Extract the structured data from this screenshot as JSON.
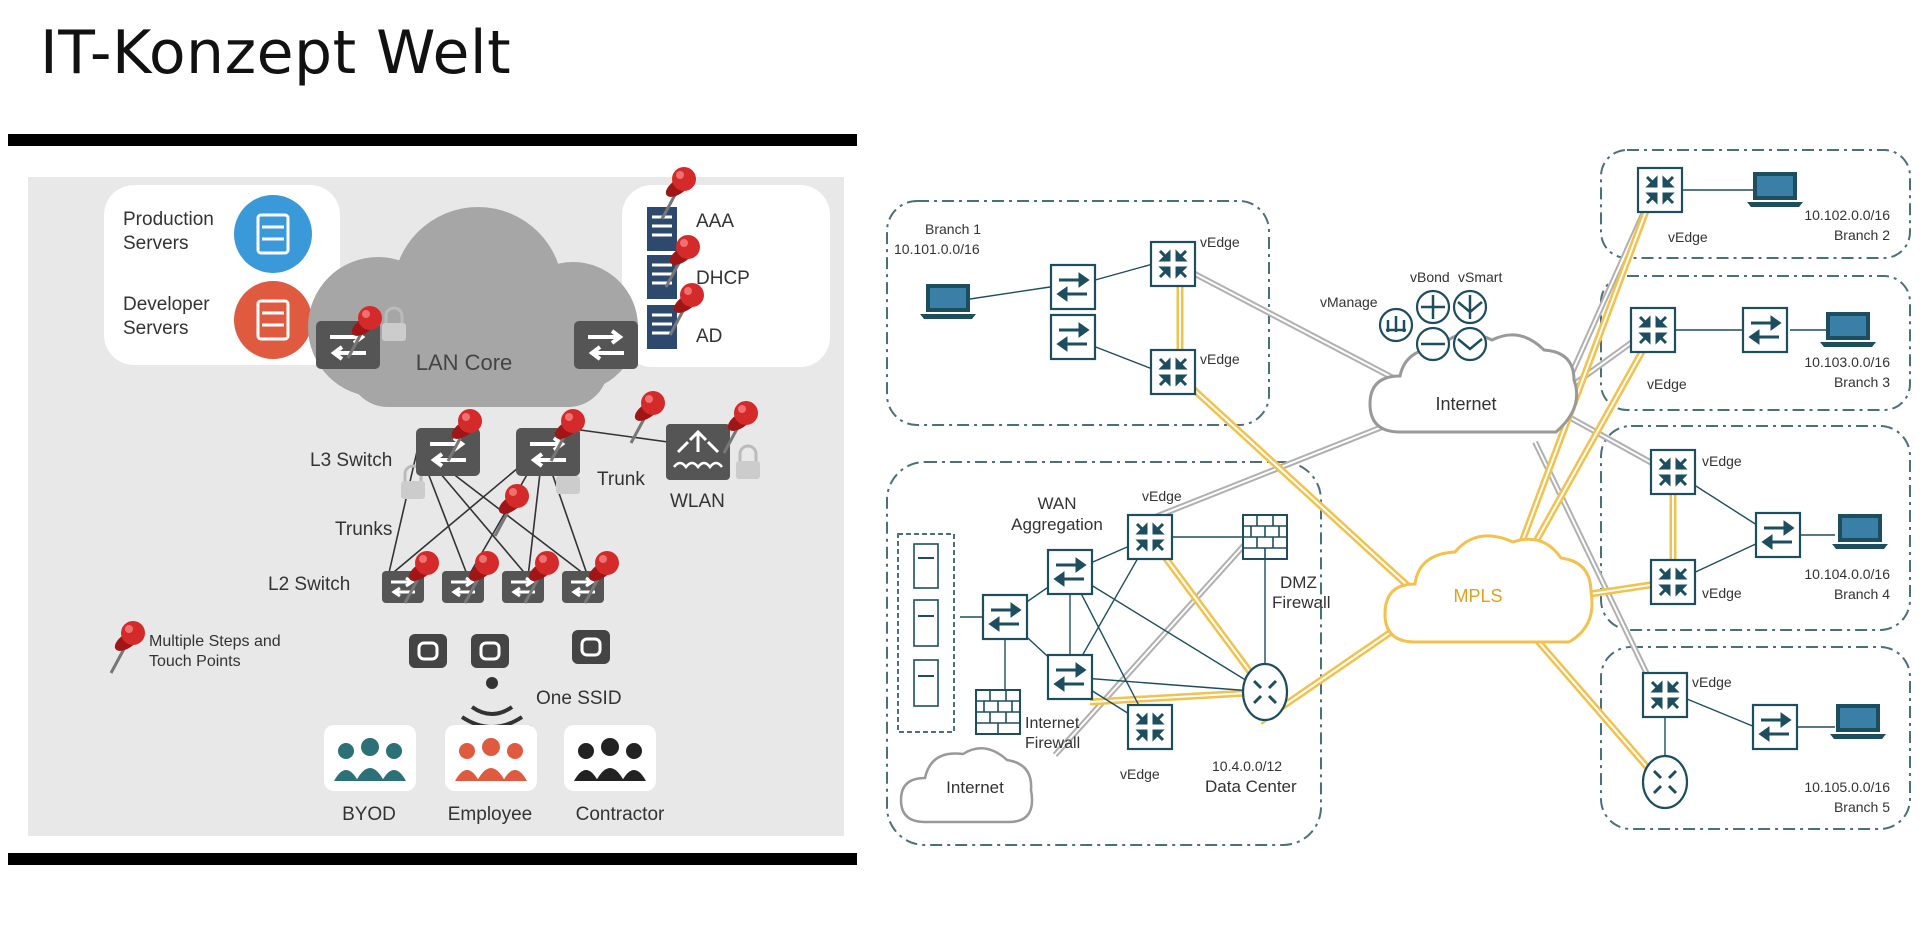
{
  "page": {
    "title": "IT-Konzept Welt"
  },
  "left_diagram": {
    "production_servers": [
      "Production",
      "Servers"
    ],
    "developer_servers": [
      "Developer",
      "Servers"
    ],
    "lan_core": "LAN Core",
    "aaa": "AAA",
    "dhcp": "DHCP",
    "ad": "AD",
    "l3_switch": "L3 Switch",
    "trunk": "Trunk",
    "wlan": "WLAN",
    "trunks": "Trunks",
    "l2_switch": "L2 Switch",
    "legend": [
      "Multiple Steps and",
      "Touch Points"
    ],
    "one_ssid": "One SSID",
    "byod": "BYOD",
    "employee": "Employee",
    "contractor": "Contractor",
    "colors": {
      "panel": "#e8e8e8",
      "cloud": "#a6a6a6",
      "pin": "#cc1f1f",
      "blue": "#3a9ad9",
      "red": "#e05a40",
      "teal": "#2d7178",
      "device": "#555555"
    }
  },
  "right_diagram": {
    "branch1": {
      "name": "Branch 1",
      "subnet": "10.101.0.0/16"
    },
    "branch2": {
      "name": "Branch 2",
      "subnet": "10.102.0.0/16"
    },
    "branch3": {
      "name": "Branch 3",
      "subnet": "10.103.0.0/16"
    },
    "branch4": {
      "name": "Branch 4",
      "subnet": "10.104.0.0/16"
    },
    "branch5": {
      "name": "Branch 5",
      "subnet": "10.105.0.0/16"
    },
    "vedge": "vEdge",
    "vbond": "vBond",
    "vsmart": "vSmart",
    "vmanage": "vManage",
    "internet": "Internet",
    "mpls": "MPLS",
    "wan_aggregation": [
      "WAN",
      "Aggregation"
    ],
    "dmz_firewall": [
      "DMZ",
      "Firewall"
    ],
    "internet_firewall": [
      "Internet",
      "Firewall"
    ],
    "datacenter": {
      "name": "Data Center",
      "subnet": "10.4.0.0/12"
    },
    "colors": {
      "icon": "#1d4e5f",
      "mpls": "#f2c14e",
      "internet_link": "#b0b0b0",
      "border": "#4a7078"
    }
  }
}
